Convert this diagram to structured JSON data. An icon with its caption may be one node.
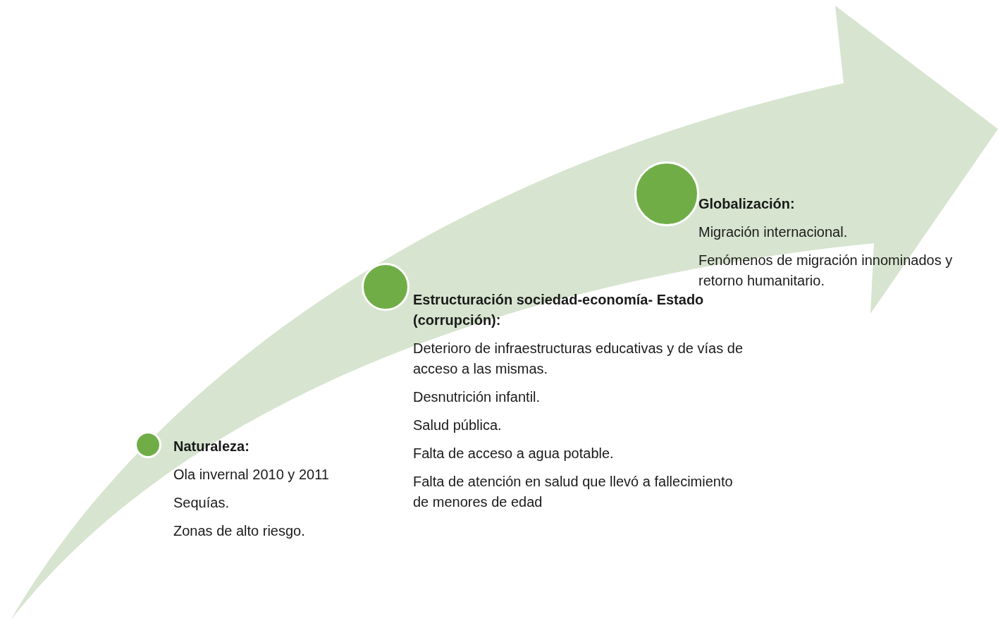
{
  "diagram": {
    "nodes": [
      {
        "text": [],
        "shape": "circle",
        "beside": [
          "Naturaleza:",
          "Ola invernal 2010 y 2011",
          "Sequías.",
          "Zonas de alto riesgo."
        ]
      },
      {
        "text": [],
        "shape": "circle",
        "beside": [
          "Estructuración sociedad-economía- Estado (corrupción):",
          "Deterioro de infraestructuras educativas y de vías de acceso a las mismas.",
          "Desnutrición infantil.",
          "Salud pública.",
          "Falta de acceso a agua potable.",
          "Falta de atención en salud que llevó a fallecimiento de menores de edad"
        ]
      },
      {
        "text": [],
        "shape": "circle",
        "beside": [
          "Globalización:",
          "Migración internacional.",
          "Fenómenos de migración innominados y retorno humanitario."
        ]
      }
    ]
  }
}
